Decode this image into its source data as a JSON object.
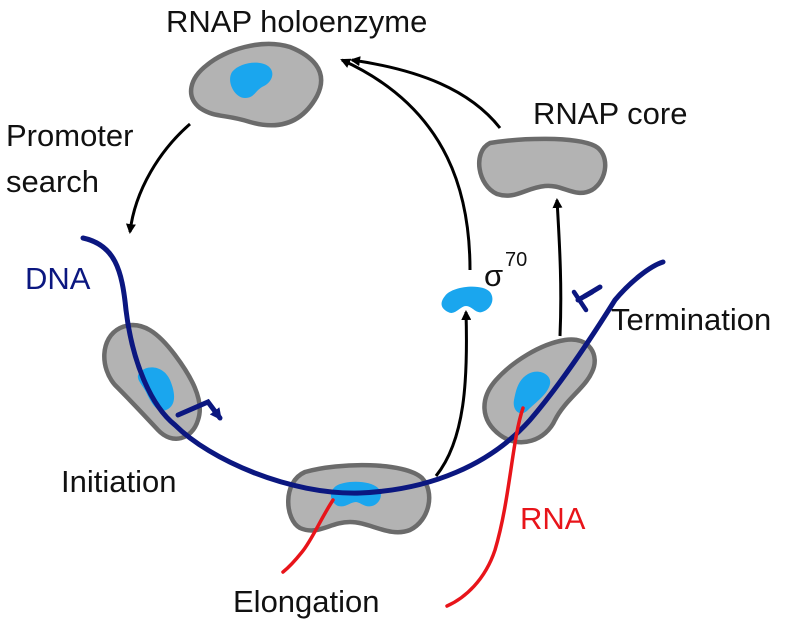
{
  "labels": {
    "holoenzyme": "RNAP holoenzyme",
    "core": "RNAP core",
    "promoter_line1": "Promoter",
    "promoter_line2": "search",
    "dna": "DNA",
    "sigma_symbol": "σ",
    "sigma_superscript": "70",
    "termination": "Termination",
    "initiation": "Initiation",
    "rna": "RNA",
    "elongation": "Elongation"
  },
  "colors": {
    "dna": "#0b1780",
    "rna": "#e8141a",
    "sigma_factor": "#1aa6ee",
    "rnap_fill": "#b3b3b3",
    "rnap_outline": "#6b6b6b",
    "arrows": "#000000"
  }
}
